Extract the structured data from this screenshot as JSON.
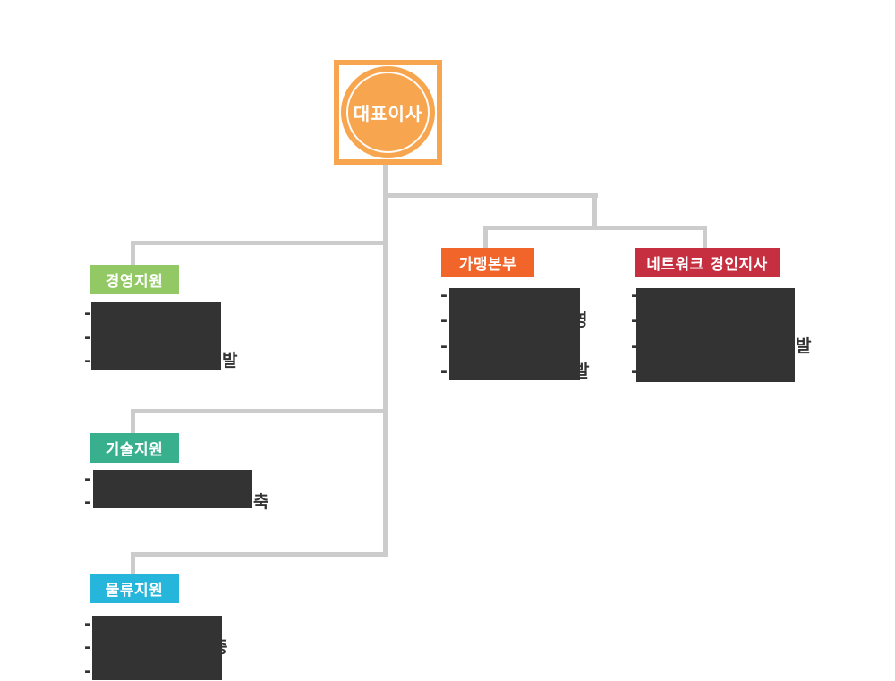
{
  "page": {
    "background": "#FFFFFF"
  },
  "list_marker": "-",
  "ceo": {
    "label": "대표이사",
    "color": "#F7A64F"
  },
  "departments": {
    "management": {
      "label": "경영지원",
      "color": "#92C964",
      "item_count": 3,
      "items_redacted": true,
      "visible_text": {
        "line3_end": "발"
      }
    },
    "technical": {
      "label": "기술지원",
      "color": "#39B08D",
      "item_count": 2,
      "items_redacted": true,
      "visible_text": {
        "line2_end": "축"
      }
    },
    "logistics": {
      "label": "물류지원",
      "color": "#27B6DB",
      "item_count": 3,
      "items_redacted": true,
      "visible_text": {
        "line2_end": "충"
      }
    },
    "franchise": {
      "label": "가맹본부",
      "color": "#F1642A",
      "item_count": 4,
      "items_redacted": true,
      "visible_text": {
        "line2_end": "영",
        "line4_end": "발"
      }
    },
    "network": {
      "label": "네트워크 경인지사",
      "color": "#C62F3F",
      "item_count": 4,
      "items_redacted": true,
      "visible_text": {
        "line3_end": "발"
      }
    }
  },
  "connector_color": "#CCCCCC",
  "redaction_color": "#333333"
}
